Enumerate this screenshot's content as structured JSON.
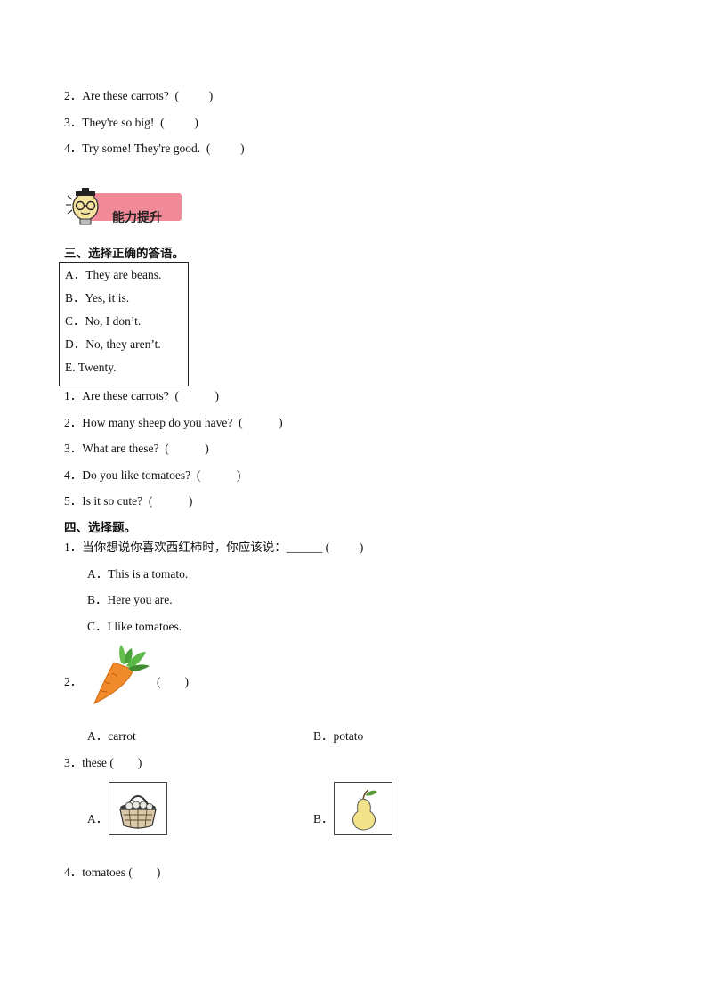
{
  "section2_items": [
    "2．Are these carrots?  (          )",
    "3．They're so big!  (          )",
    "4．Try some! They're good.  (          )"
  ],
  "badge": {
    "text": "能力提升"
  },
  "section3": {
    "heading": "三、选择正确的答语。",
    "options": [
      "A．They are beans.",
      "B．Yes, it is.",
      "C．No, I don’t.",
      "D．No, they aren’t.",
      "E. Twenty."
    ],
    "questions": [
      "1．Are these carrots?  (            )",
      "2．How many sheep do you have?  (            )",
      "3．What are these?  (            )",
      "4．Do you like tomatoes?  (            )",
      "5．Is it so cute?  (            )"
    ]
  },
  "section4": {
    "heading": "四、选择题。",
    "q1": {
      "stem": "1．当你想说你喜欢西红柿时，你应该说：",
      "blank": "______",
      "paren": "(          )",
      "options": [
        "A．This is a tomato.",
        "B．Here you are.",
        "C．I like tomatoes."
      ]
    },
    "q2": {
      "number": "2．",
      "paren": "(        )",
      "option_a": "A．carrot",
      "option_b": "B．potato"
    },
    "q3": {
      "stem": "3．these (        )",
      "option_a": "A．",
      "option_b": "B．"
    },
    "q4": {
      "stem": "4．tomatoes (        )"
    }
  }
}
